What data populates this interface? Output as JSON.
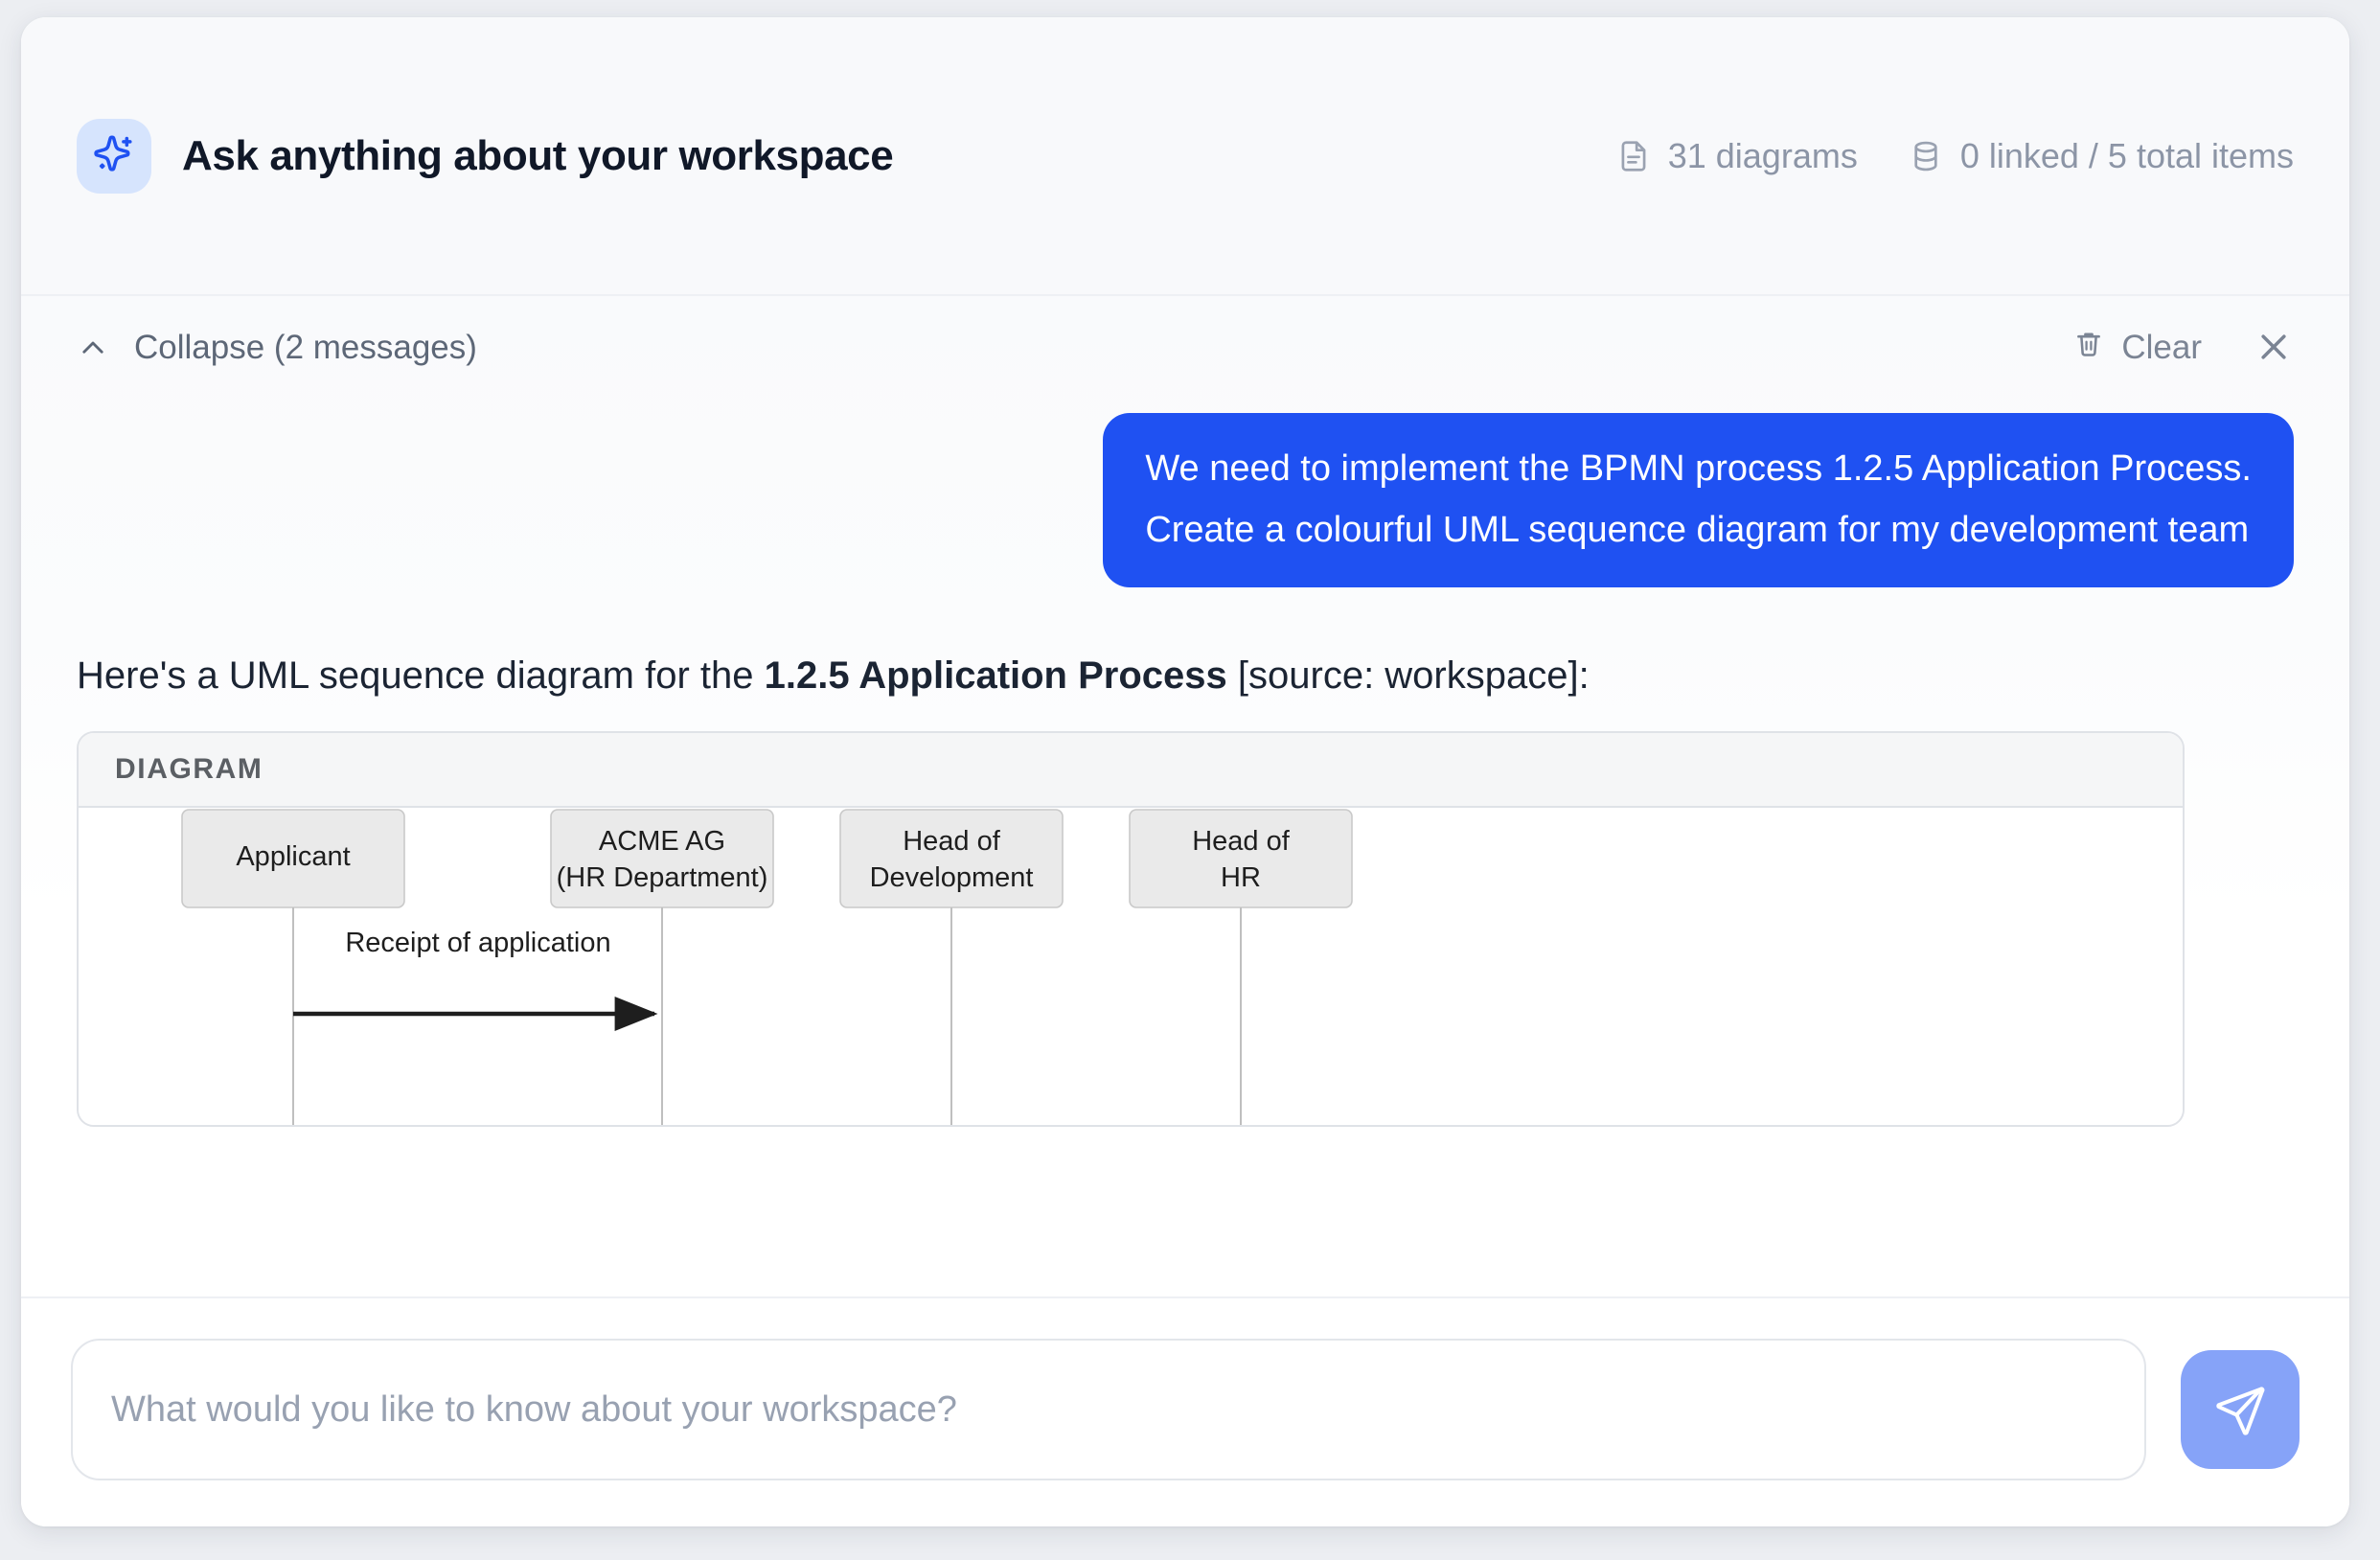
{
  "header": {
    "icon": "sparkle-icon",
    "title": "Ask anything about your workspace",
    "stats": [
      {
        "icon": "document-icon",
        "label": "31 diagrams"
      },
      {
        "icon": "database-icon",
        "label": "0 linked / 5 total items"
      }
    ]
  },
  "conversation": {
    "collapse_label": "Collapse (2 messages)",
    "collapse_icon": "chevron-up-icon",
    "clear_label": "Clear",
    "clear_icon": "trash-icon",
    "close_icon": "close-icon",
    "messages": [
      {
        "role": "user",
        "lines": [
          "We need to implement the BPMN process 1.2.5 Application Process.",
          "Create a colourful UML sequence diagram for my development team"
        ]
      },
      {
        "role": "assistant",
        "prefix": "Here's a UML sequence diagram for the ",
        "emphasis": "1.2.5 Application Process",
        "suffix": " [source: workspace]:"
      }
    ]
  },
  "diagram": {
    "card_label": "DIAGRAM",
    "type": "uml-sequence",
    "lifelines": [
      {
        "name": "Applicant",
        "lines": [
          "Applicant"
        ]
      },
      {
        "name": "ACME AG (HR Department)",
        "lines": [
          "ACME AG",
          "(HR Department)"
        ]
      },
      {
        "name": "Head of Development",
        "lines": [
          "Head of",
          "Development"
        ]
      },
      {
        "name": "Head of HR",
        "lines": [
          "Head of",
          "HR"
        ]
      }
    ],
    "messages": [
      {
        "label": "Receipt of application",
        "from": "Applicant",
        "to": "ACME AG (HR Department)",
        "arrow": "solid"
      }
    ]
  },
  "composer": {
    "value": "",
    "placeholder": "What would you like to know about your workspace?",
    "send_icon": "send-icon"
  },
  "colors": {
    "accent": "#1f51f2",
    "badge_bg": "#d6e4fd",
    "send_bg": "#86a3f8",
    "muted": "#8c95a6",
    "page_bg": "#eceef2"
  }
}
